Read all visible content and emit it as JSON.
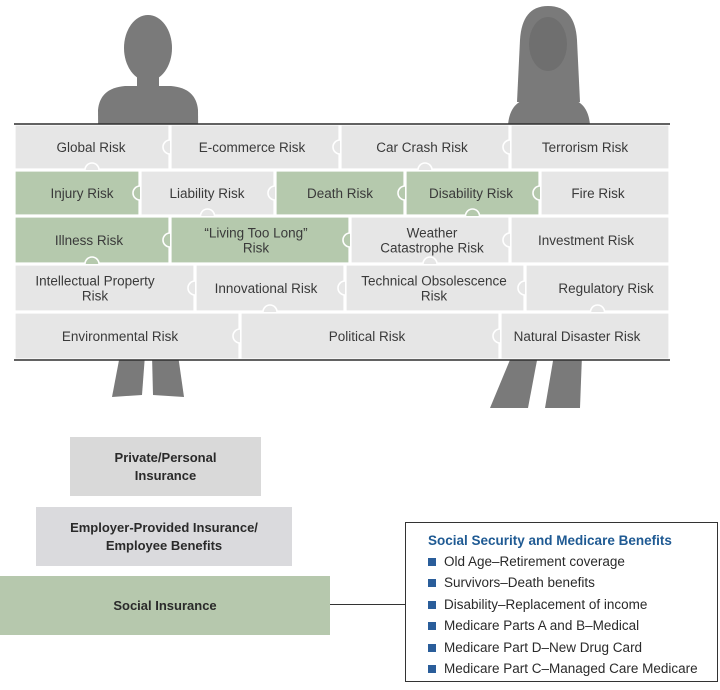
{
  "puzzle": {
    "rows": [
      [
        {
          "label": "Global Risk",
          "highlight": false
        },
        {
          "label": "E-commerce Risk",
          "highlight": false
        },
        {
          "label": "Car Crash Risk",
          "highlight": false
        },
        {
          "label": "Terrorism Risk",
          "highlight": false
        }
      ],
      [
        {
          "label": "Injury Risk",
          "highlight": true
        },
        {
          "label": "Liability Risk",
          "highlight": false
        },
        {
          "label": "Death Risk",
          "highlight": true
        },
        {
          "label": "Disability Risk",
          "highlight": true
        },
        {
          "label": "Fire Risk",
          "highlight": false
        }
      ],
      [
        {
          "label": "Illness Risk",
          "highlight": true
        },
        {
          "label": "“Living Too Long” Risk",
          "highlight": true
        },
        {
          "label": "Weather Catastrophe Risk",
          "highlight": false
        },
        {
          "label": "Investment Risk",
          "highlight": false
        }
      ],
      [
        {
          "label": "Intellectual Property Risk",
          "highlight": false
        },
        {
          "label": "Innovational Risk",
          "highlight": false
        },
        {
          "label": "Technical Obsolescence Risk",
          "highlight": false
        },
        {
          "label": "Regulatory Risk",
          "highlight": false
        }
      ],
      [
        {
          "label": "Environmental Risk",
          "highlight": false
        },
        {
          "label": "Political Risk",
          "highlight": false
        },
        {
          "label": "Natural Disaster Risk",
          "highlight": false
        }
      ]
    ]
  },
  "tiers": {
    "private": {
      "line1": "Private/Personal",
      "line2": "Insurance"
    },
    "employer": {
      "line1": "Employer-Provided Insurance/",
      "line2": "Employee Benefits"
    },
    "social": {
      "line1": "Social Insurance"
    }
  },
  "benefits": {
    "title": "Social Security and Medicare Benefits",
    "items": [
      "Old Age–Retirement coverage",
      "Survivors–Death benefits",
      "Disability–Replacement of income",
      "Medicare Parts A and B–Medical",
      "Medicare Part D–New Drug Card",
      "Medicare Part C–Managed Care Medicare"
    ]
  },
  "colors": {
    "silhouette": "#7a7a7a",
    "piece_gray": "#e6e6e6",
    "piece_green": "#b5c9ad",
    "tier_private": "#d9d9d9",
    "tier_employer": "#dadadd",
    "tier_social": "#b6c8ad",
    "benefit_title": "#1f5a93",
    "bullet": "#2a5d9a"
  }
}
